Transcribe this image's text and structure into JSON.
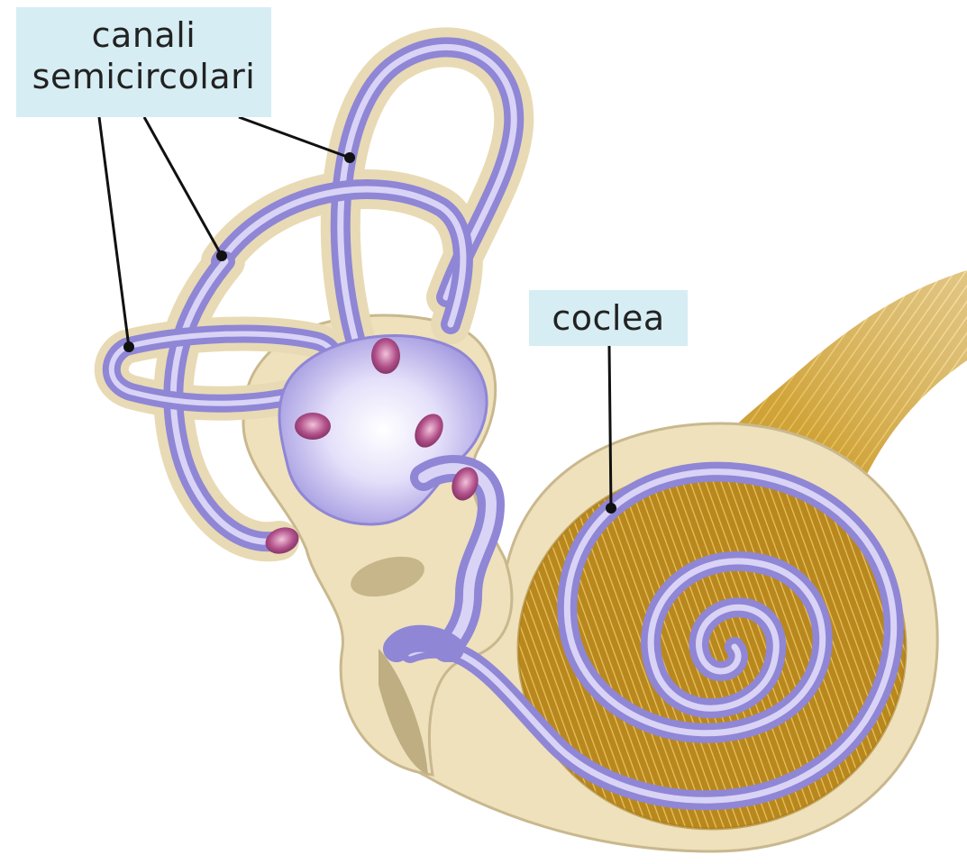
{
  "labels": {
    "semicircular_line1": "canali",
    "semicircular_line2": "semicircolari",
    "cochlea": "coclea"
  },
  "colors": {
    "label_background": "#d6edf3",
    "bone": "#eee1bc",
    "bone_edge": "#c9b88e",
    "membrane": "#8f86d6",
    "membrane_light": "#d9d3f6",
    "nerve": "#c89a2a",
    "nerve_light": "#e2bb55",
    "ampulla_spot": "#a8457e",
    "leader_line": "#111111"
  }
}
